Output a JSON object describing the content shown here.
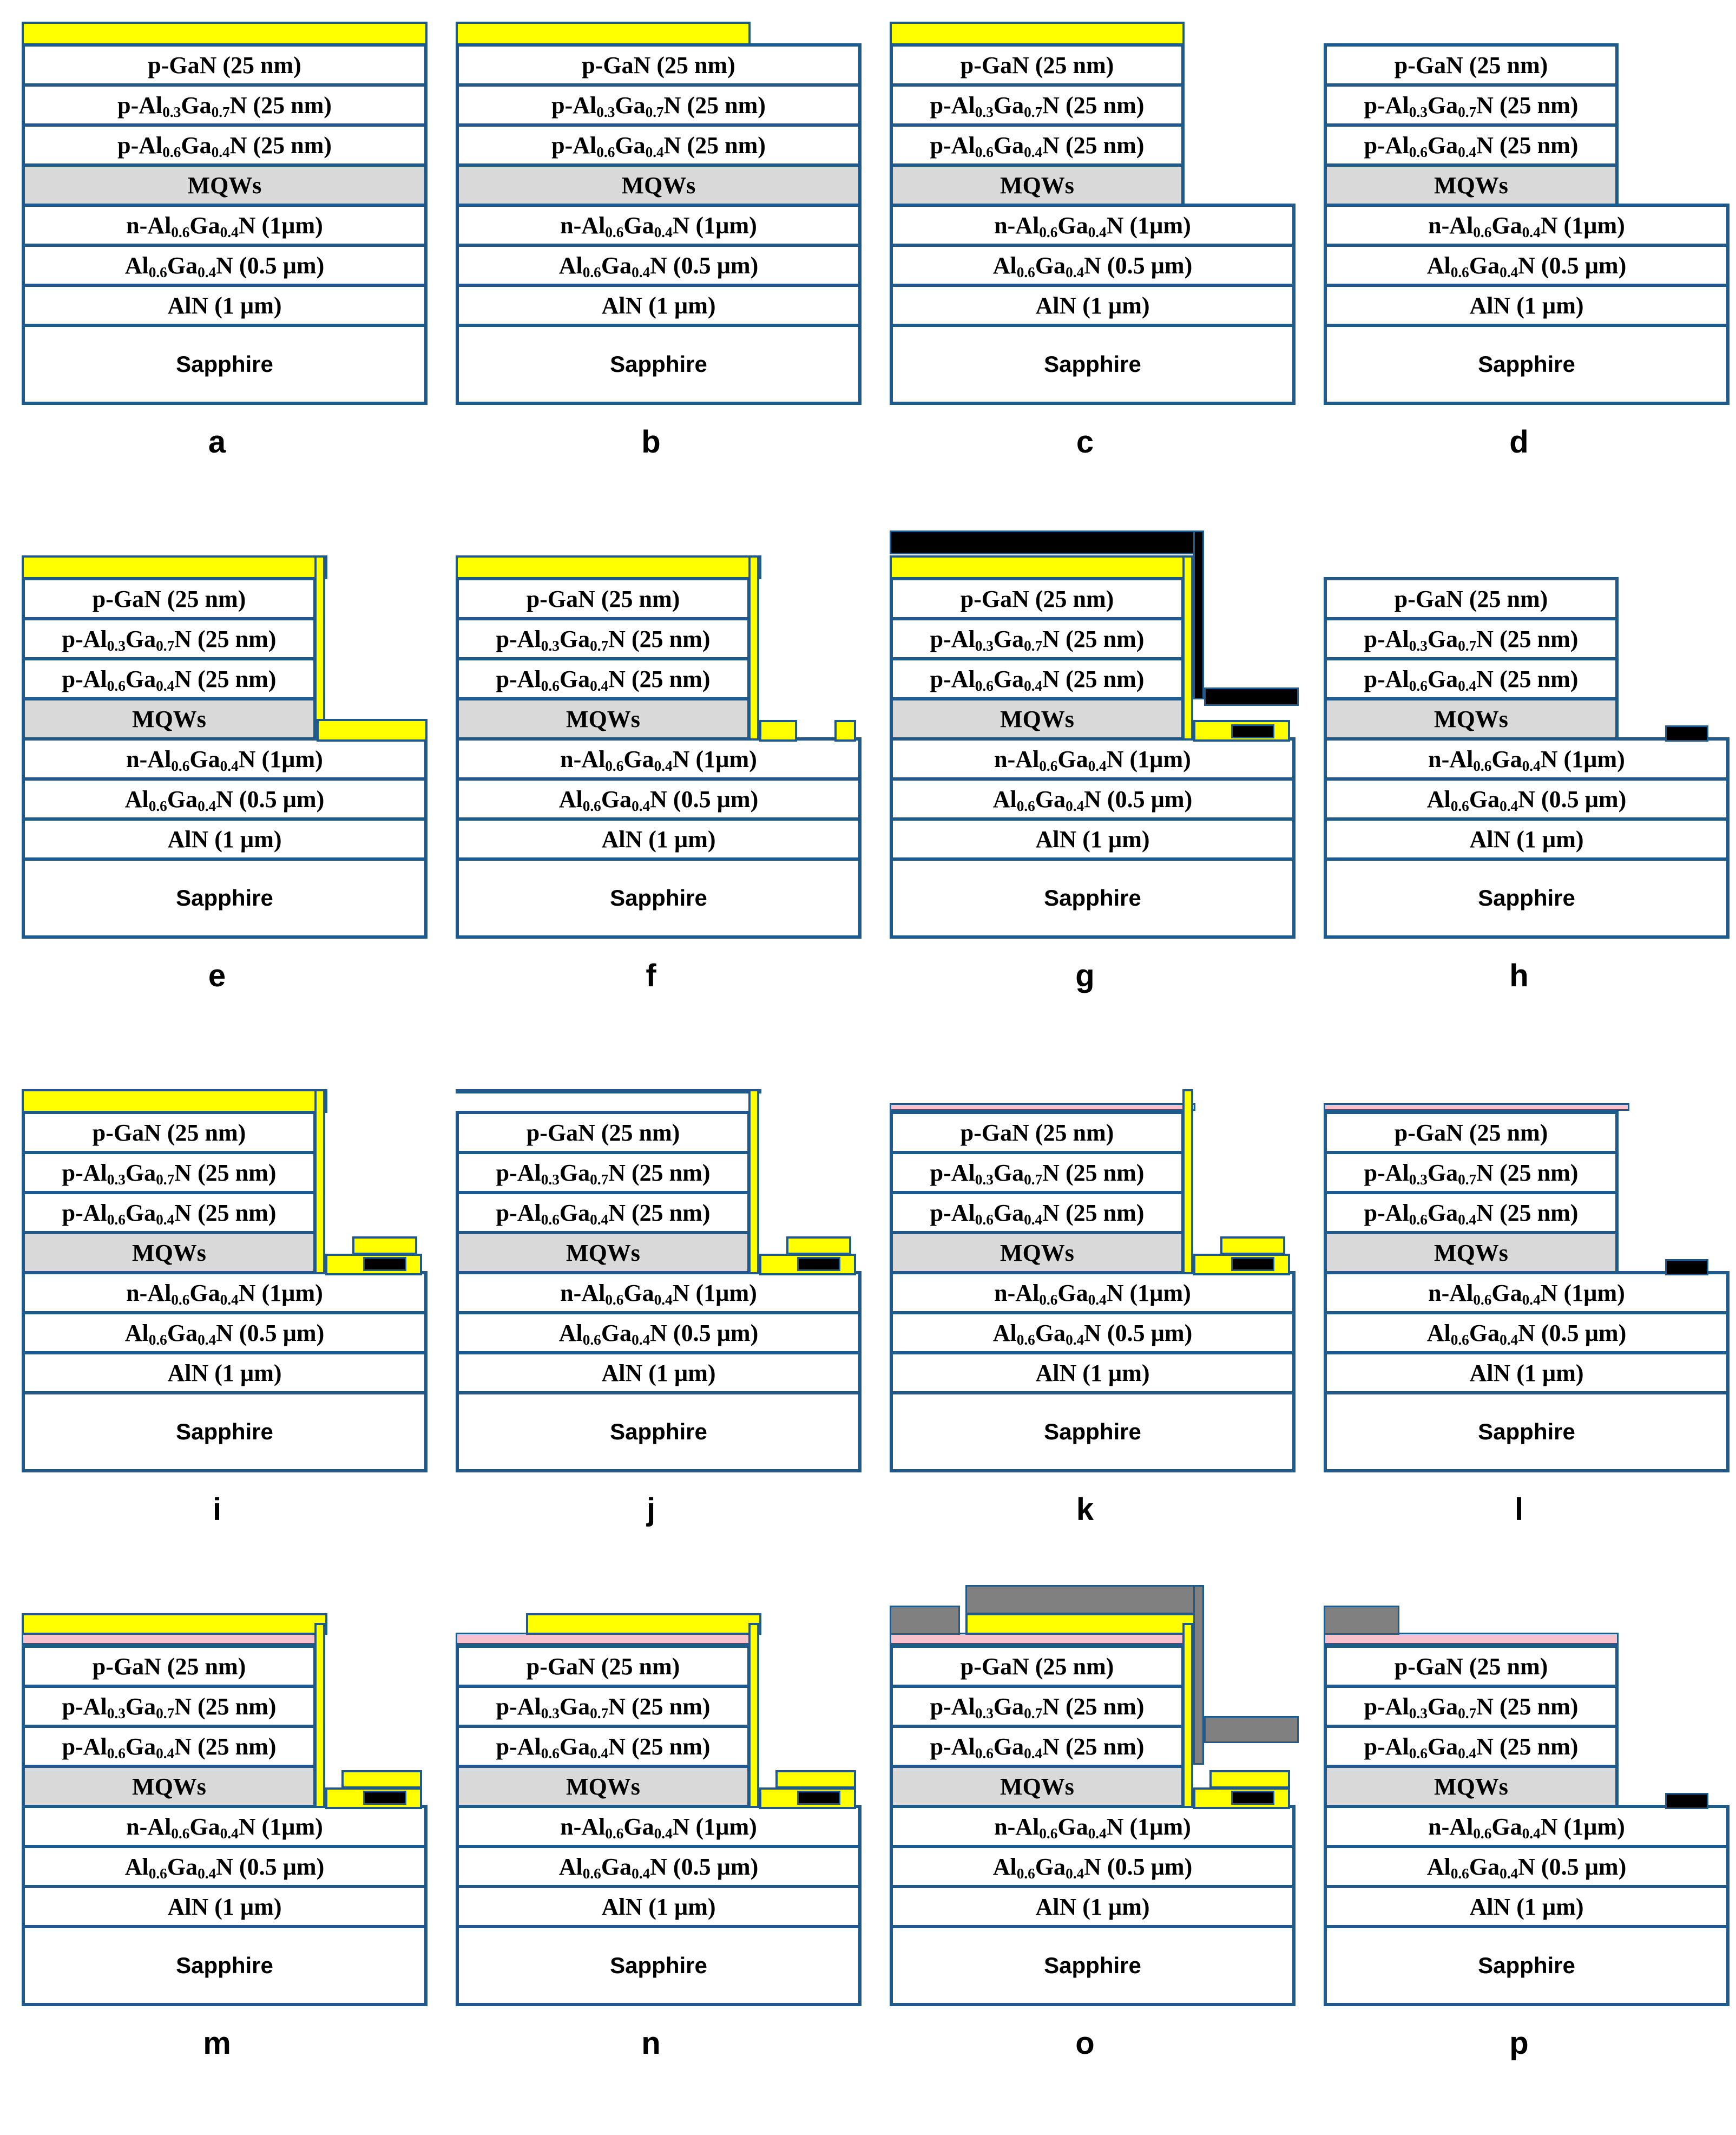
{
  "layers": {
    "pgan": "p-GaN (25 nm)",
    "pal03": [
      "p-Al",
      "0.3",
      "Ga",
      "0.7",
      "N (25 nm)"
    ],
    "pal06": [
      "p-Al",
      "0.6",
      "Ga",
      "0.4",
      "N (25 nm)"
    ],
    "mqw": "MQWs",
    "nal": [
      "n-Al",
      "0.6",
      "Ga",
      "0.4",
      "N (1µm)"
    ],
    "algan": [
      "Al",
      "0.6",
      "Ga",
      "0.4",
      "N (0.5 µm)"
    ],
    "aln": "AlN (1 µm)",
    "sapphire": "Sapphire"
  },
  "panels": [
    {
      "label": "a",
      "etched": false,
      "top_metal": "full"
    },
    {
      "label": "b",
      "etched": false,
      "top_metal": "partial"
    },
    {
      "label": "c",
      "etched": true,
      "top_metal": "full"
    },
    {
      "label": "d",
      "etched": true,
      "top_metal": "none"
    },
    {
      "label": "e",
      "etched": true,
      "top_metal": "full",
      "sidewall": true,
      "mesa_metal": "full"
    },
    {
      "label": "f",
      "etched": true,
      "top_metal": "full",
      "sidewall": true,
      "mesa_metal": "opening"
    },
    {
      "label": "g",
      "etched": true,
      "top_metal": "full",
      "sidewall": true,
      "mesa_metal": "contact",
      "resist": true
    },
    {
      "label": "h",
      "etched": true,
      "top_metal": "none",
      "mesa_metal": "contact_only"
    },
    {
      "label": "i",
      "etched": true,
      "top_metal": "full",
      "sidewall": true,
      "mesa_metal": "capped"
    },
    {
      "label": "j",
      "etched": true,
      "top_metal": "inset",
      "sidewall": true,
      "mesa_metal": "capped"
    },
    {
      "label": "k",
      "etched": true,
      "top_metal": "thin_pink",
      "sidewall": true,
      "mesa_metal": "capped"
    },
    {
      "label": "l",
      "etched": true,
      "top_metal": "thin_pink",
      "mesa_metal": "contact_only"
    },
    {
      "label": "m",
      "etched": true,
      "top_metal": "full_pink",
      "sidewall": true,
      "mesa_metal": "capped_wide"
    },
    {
      "label": "n",
      "etched": true,
      "top_metal": "offset_pink",
      "sidewall": true,
      "mesa_metal": "capped_wide"
    },
    {
      "label": "o",
      "etched": true,
      "top_metal": "gray_stack",
      "sidewall": true,
      "mesa_metal": "capped_wide_gray"
    },
    {
      "label": "p",
      "etched": true,
      "top_metal": "pink_gray",
      "mesa_metal": "contact_only"
    }
  ],
  "colors": {
    "border": "#1f5a8a",
    "mqw": "#d9d9d9",
    "metal": "#ffff00",
    "contact": "#000000",
    "ito": "#f7c2cc",
    "pad": "#808080"
  }
}
